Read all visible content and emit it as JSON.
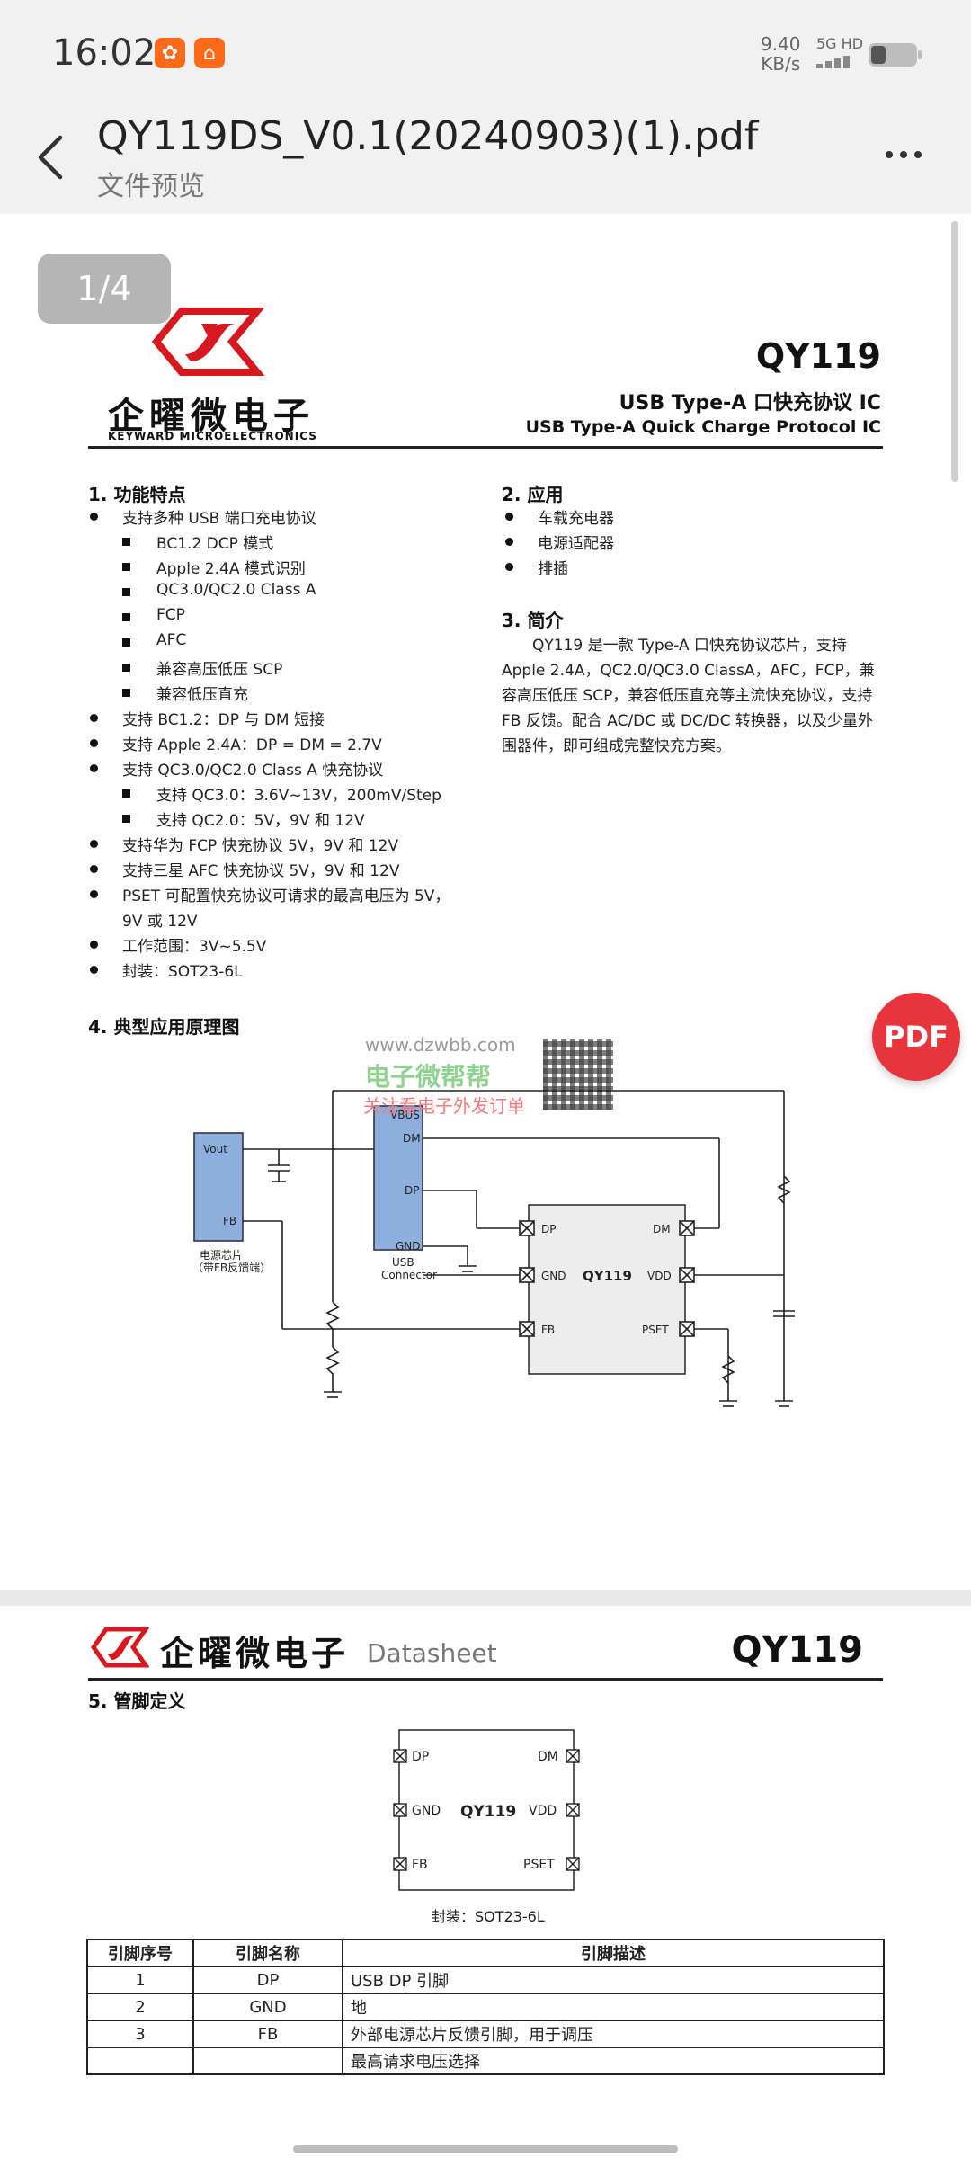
{
  "status_bar": {
    "time": "16:02",
    "speed_value": "9.40",
    "speed_unit": "KB/s",
    "network": "5G HD"
  },
  "header": {
    "title": "QY119DS_V0.1(20240903)(1).pdf",
    "subtitle": "文件预览"
  },
  "viewer": {
    "page_indicator": "1/4",
    "pdf_button": "PDF"
  },
  "doc": {
    "brand_cn": "企曜微电子",
    "brand_en": "KEYWARD MICROELECTRONICS",
    "part": "QY119",
    "desc_cn": "USB Type-A 口快充协议 IC",
    "desc_en": "USB Type-A Quick Charge Protocol IC",
    "sec1_title": "1.   功能特点",
    "features": [
      "支持多种 USB 端口充电协议",
      "BC1.2 DCP 模式",
      "Apple 2.4A 模式识别",
      "QC3.0/QC2.0 Class A",
      "FCP",
      "AFC",
      "兼容高压低压 SCP",
      "兼容低压直充",
      "支持 BC1.2：DP 与 DM 短接",
      "支持 Apple 2.4A：DP = DM = 2.7V",
      "支持 QC3.0/QC2.0 Class A 快充协议",
      "支持 QC3.0：3.6V~13V，200mV/Step",
      "支持 QC2.0：5V，9V 和 12V",
      "支持华为 FCP 快充协议 5V，9V 和 12V",
      "支持三星 AFC 快充协议 5V，9V 和 12V",
      "PSET 可配置快充协议可请求的最高电压为 5V，",
      "9V 或 12V",
      "工作范围：3V~5.5V",
      "封装：SOT23-6L"
    ],
    "sec2_title": "2.   应用",
    "apps": [
      "车载充电器",
      "电源适配器",
      "排插"
    ],
    "sec3_title": "3.   简介",
    "intro": "QY119 是一款 Type-A 口快充协议芯片，支持 Apple 2.4A，QC2.0/QC3.0 ClassA，AFC，FCP，兼容高压低压 SCP，兼容低压直充等主流快充协议，支持 FB 反馈。配合 AC/DC 或 DC/DC 转换器，以及少量外围器件，即可组成完整快充方案。",
    "sec4_title": "4.   典型应用原理图",
    "schematic": {
      "vout": "Vout",
      "fb": "FB",
      "power_chip": "电源芯片",
      "power_chip_note": "（带FB反馈端）",
      "vbus": "VBUS",
      "dm": "DM",
      "dp": "DP",
      "gnd": "GND",
      "usb_connector_1": "USB",
      "usb_connector_2": "Connector",
      "ic": "QY119",
      "pin_dp": "DP",
      "pin_gnd": "GND",
      "pin_fb": "FB",
      "pin_dm": "DM",
      "pin_vdd": "VDD",
      "pin_pset": "PSET"
    },
    "watermark": {
      "url": "www.dzwbb.com",
      "name": "电子微帮帮",
      "sub": "关注看电子外发订单"
    }
  },
  "page2": {
    "brand_cn": "企曜微电子",
    "datasheet": "Datasheet",
    "part": "QY119",
    "sec5_title": "5.   管脚定义",
    "package": {
      "ic": "QY119",
      "dp": "DP",
      "gnd": "GND",
      "fb": "FB",
      "dm": "DM",
      "vdd": "VDD",
      "pset": "PSET",
      "caption": "封装：SOT23-6L"
    },
    "table": {
      "headers": [
        "引脚序号",
        "引脚名称",
        "引脚描述"
      ],
      "rows": [
        [
          "1",
          "DP",
          "USB DP 引脚"
        ],
        [
          "2",
          "GND",
          "地"
        ],
        [
          "3",
          "FB",
          "外部电源芯片反馈引脚，用于调压"
        ],
        [
          "",
          "",
          "最高请求电压选择"
        ]
      ]
    }
  },
  "colors": {
    "logo_red": "#d7191f",
    "pdf_fab": "#e8343b",
    "usb_blue": "#8eaede"
  }
}
